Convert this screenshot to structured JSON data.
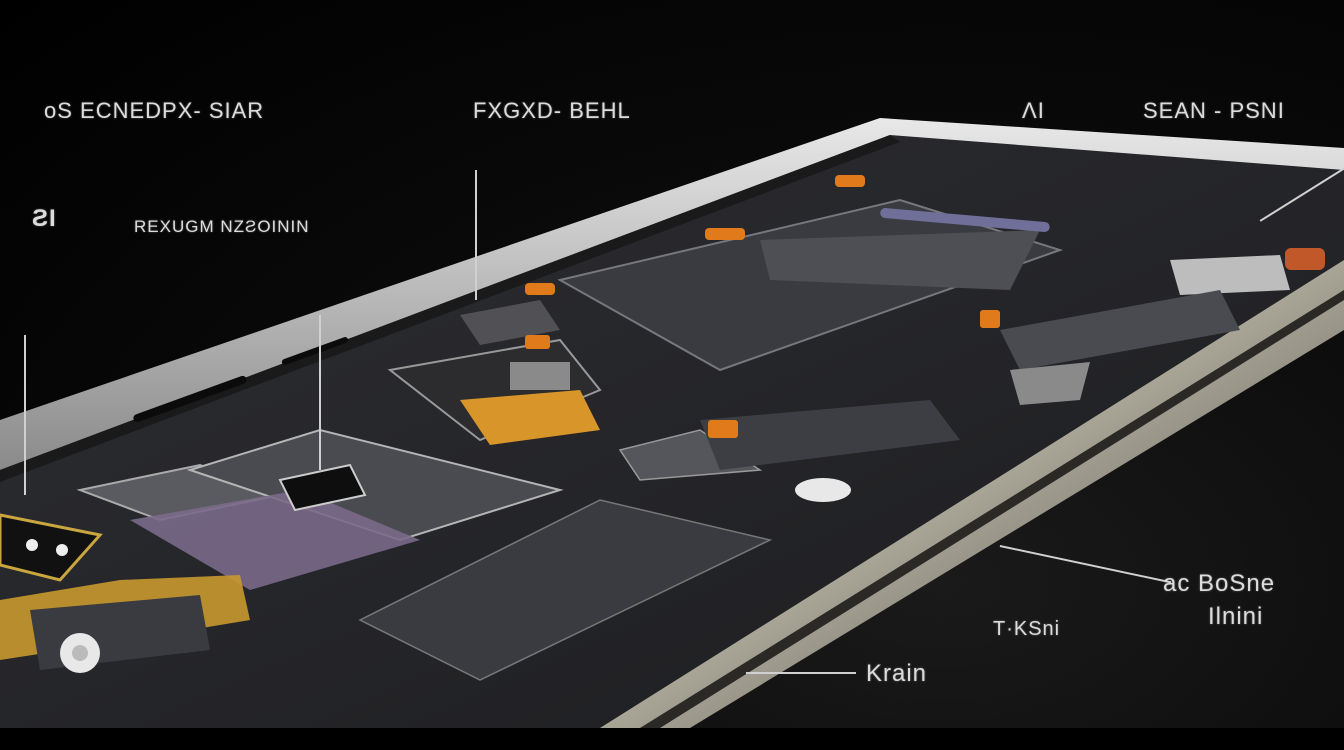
{
  "image": {
    "description": "AI-generated render of a smartphone in exploded/teardown view with internal components and garbled annotation labels on a black background",
    "colors": {
      "background": "#000000",
      "phone_frame_silver": "#c8c8c8",
      "internal_panel_dark": "#2a2b2f",
      "component_gray": "#5a5b60",
      "flex_cable_amber": "#d89a2a",
      "connector_orange": "#e07a1a",
      "accent_purple": "#7a6a8a",
      "label_text": "#dcdcdc"
    }
  },
  "labels": {
    "top_left": "oS ECNEDPX- SIAR",
    "top_center": "FXGXD- BEHL",
    "top_right_small": "ɅI",
    "top_right": "SEAN - PSNI",
    "left_small": "ƧI",
    "left_middle": "REXUGM NZƧOININ",
    "bottom_right_line1": "ac BoSne",
    "bottom_right_line2": "Ilnini",
    "bottom_center": "T·KSni",
    "bottom_callout": "Krain"
  }
}
